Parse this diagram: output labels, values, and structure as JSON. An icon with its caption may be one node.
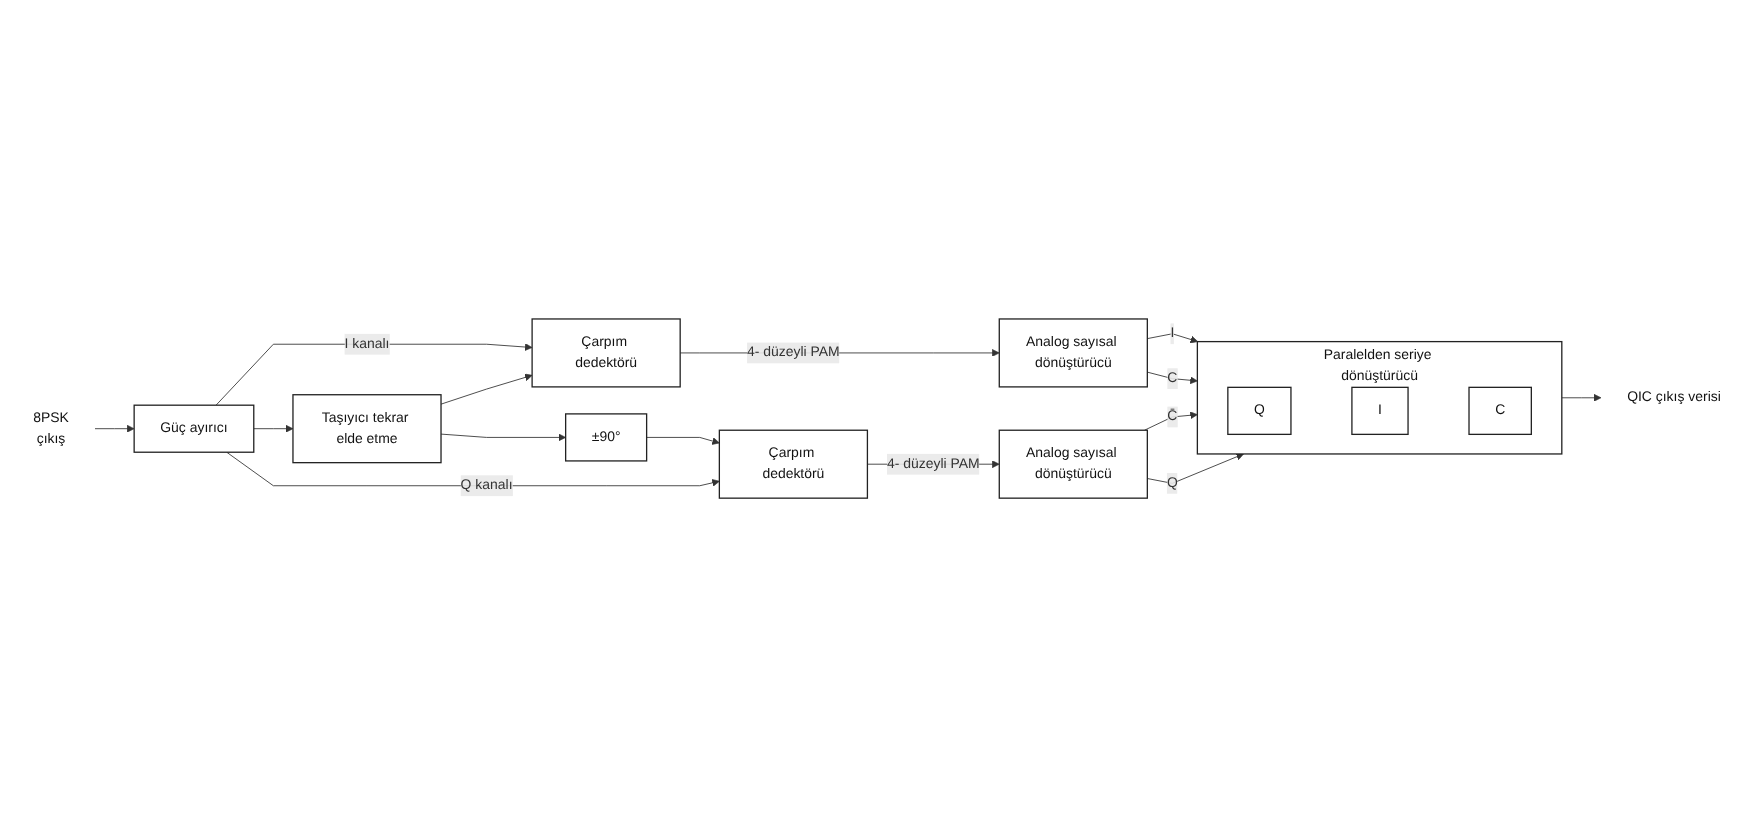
{
  "diagram": {
    "nodes": [
      {
        "text": [
          "8PSK",
          "çıkış"
        ]
      },
      {
        "text": [
          "Güç ayırıcı"
        ]
      },
      {
        "text": [
          "Çarpım dedektörü"
        ]
      },
      {
        "text": [
          "Analog sayısal dönüştürücü"
        ]
      },
      {
        "text": [
          "Taşıyıcı tekrar elde etme"
        ]
      },
      {
        "text": [
          "±90°"
        ]
      },
      {
        "text": [
          "Paralelden seriye dönüştürücü"
        ]
      },
      {
        "text": [
          "Q"
        ],
        "in": 6
      },
      {
        "text": [
          "I"
        ],
        "in": 6
      },
      {
        "text": [
          "C"
        ],
        "in": 6
      },
      {
        "text": [
          "QIC çıkış verisi"
        ]
      },
      {
        "text": [
          "Çarpım dedektörü"
        ]
      },
      {
        "text": [
          "Analog sayısal dönüştürücü"
        ]
      }
    ],
    "edges": [
      {
        "from": 0,
        "to": 1,
        "arrow": "to"
      },
      {
        "from": 1,
        "to": 2,
        "label": "I kanalı",
        "arrow": "to"
      },
      {
        "from": 1,
        "to": 4,
        "arrow": "to"
      },
      {
        "from": 4,
        "to": 2,
        "arrow": "to"
      },
      {
        "from": 4,
        "to": 5,
        "arrow": "to"
      },
      {
        "from": 5,
        "to": 11,
        "arrow": "to"
      },
      {
        "from": 1,
        "to": 11,
        "label": "Q kanalı",
        "arrow": "to"
      },
      {
        "from": 2,
        "to": 3,
        "label": "4- düzeyli PAM",
        "arrow": "to"
      },
      {
        "from": 11,
        "to": 12,
        "label": "4- düzeyli PAM",
        "arrow": "to"
      },
      {
        "from": 3,
        "to": 6,
        "label": "I",
        "arrow": "to"
      },
      {
        "from": 3,
        "to": 6,
        "label": "C",
        "arrow": "to"
      },
      {
        "from": 12,
        "to": 6,
        "label": "C̄",
        "arrow": "to"
      },
      {
        "from": 12,
        "to": 6,
        "label": "Q",
        "arrow": "to"
      },
      {
        "from": 6,
        "to": 10,
        "arrow": "to"
      }
    ]
  }
}
